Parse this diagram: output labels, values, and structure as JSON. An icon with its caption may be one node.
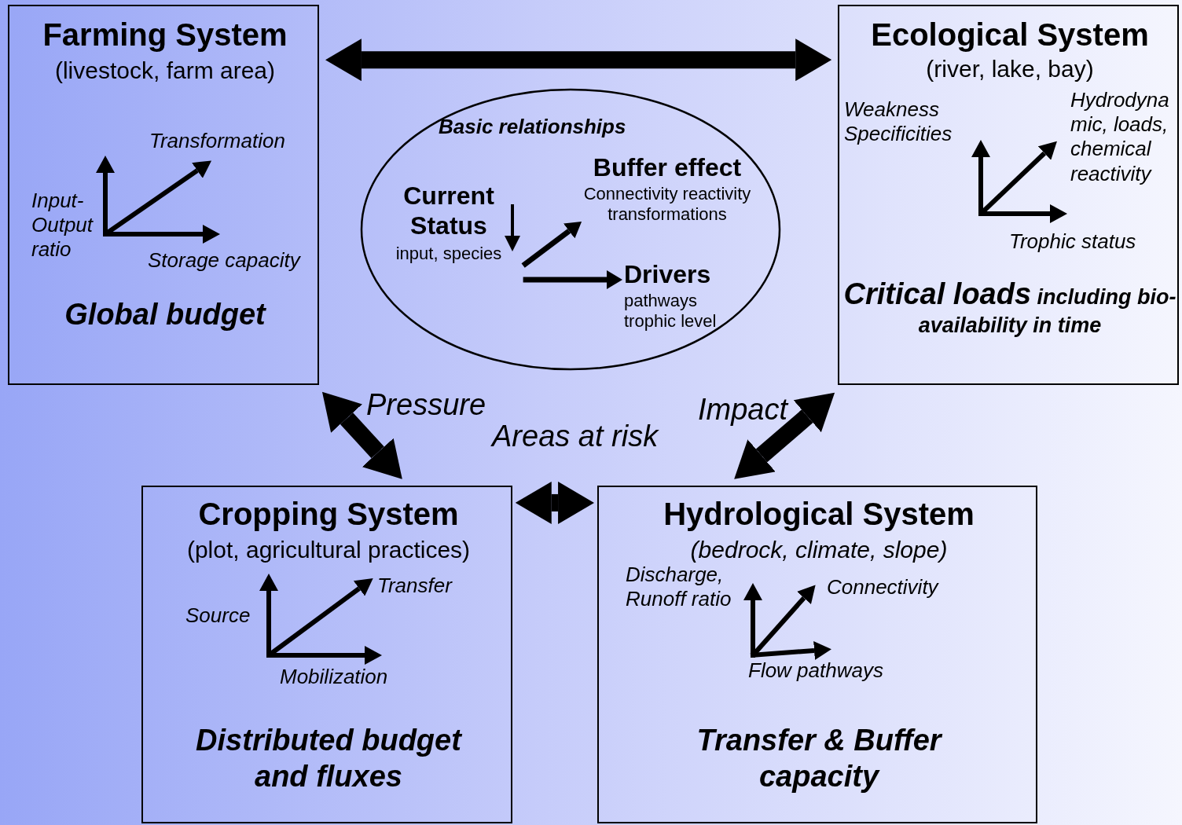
{
  "diagram": {
    "nodes": [
      {
        "text": [
          "Farming System",
          "(livestock, farm area)",
          "Transformation",
          "Input-Output ratio",
          "Storage capacity",
          "Global budget"
        ]
      },
      {
        "text": [
          "Ecological System",
          "(river, lake, bay)",
          "Weakness Specificities",
          "Hydrodyna mic, loads, chemical reactivity",
          "Trophic status",
          "**Critical loads** including bio-availability in time"
        ]
      },
      {
        "text": [
          "Basic relationships"
        ]
      },
      {
        "text": [
          "Current Status",
          "input, species"
        ],
        "in": 2
      },
      {
        "text": [
          "Buffer effect",
          "Connectivity reactivity transformations"
        ],
        "in": 2
      },
      {
        "text": [
          "Drivers",
          "pathways trophic level"
        ],
        "in": 2
      },
      {
        "text": [
          "Cropping System",
          "(plot, agricultural practices)",
          "Transfer",
          "Source",
          "Mobilization",
          "Distributed budget and fluxes"
        ]
      },
      {
        "text": [
          "Hydrological System",
          "(bedrock, climate, slope)",
          "Discharge, Runoff ratio",
          "Connectivity",
          "Flow pathways",
          "Transfer & Buffer capacity"
        ]
      }
    ],
    "edges": [
      {
        "from": 0,
        "to": 1,
        "arrow": "both"
      },
      {
        "from": 0,
        "to": 6,
        "arrow": "both",
        "label": "Pressure"
      },
      {
        "from": 6,
        "to": 7,
        "arrow": "both",
        "label": "Areas at risk"
      },
      {
        "from": 1,
        "to": 7,
        "arrow": "both",
        "label": "Impact"
      },
      {
        "from": 3,
        "to": 4,
        "arrow": "to"
      },
      {
        "from": 3,
        "to": 5,
        "arrow": "to"
      }
    ]
  }
}
